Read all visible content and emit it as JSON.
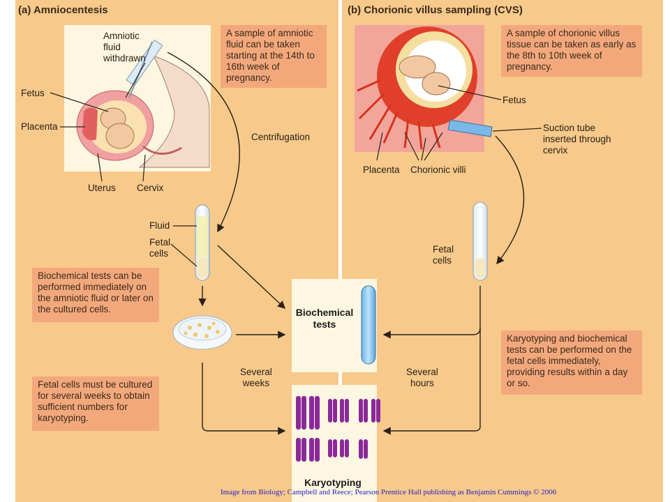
{
  "panel_a": {
    "title": "(a) Amniocentesis",
    "labels": {
      "amniotic_fluid": "Amniotic\nfluid\nwithdrawn",
      "fetus": "Fetus",
      "placenta": "Placenta",
      "uterus": "Uterus",
      "cervix": "Cervix",
      "centrifugation": "Centrifugation",
      "fluid": "Fluid",
      "fetal_cells": "Fetal\ncells",
      "several_weeks": "Several\nweeks"
    },
    "notes": {
      "sample": "A sample of amniotic fluid can be taken starting at the 14th to 16th week of pregnancy.",
      "biochem": "Biochemical tests can be performed immediately on the amniotic fluid or later on the cultured cells.",
      "culture": "Fetal cells must be cultured for several weeks to obtain sufficient numbers for karyotyping."
    }
  },
  "panel_b": {
    "title": "(b) Chorionic villus sampling (CVS)",
    "labels": {
      "fetus": "Fetus",
      "suction": "Suction tube\ninserted through\ncervix",
      "placenta": "Placenta",
      "chorionic_villi": "Chorionic villi",
      "fetal_cells": "Fetal\ncells",
      "several_hours": "Several\nhours"
    },
    "notes": {
      "sample": "A sample of chorionic villus tissue can be taken as early as the 8th to 10th week of pregnancy.",
      "karyo": "Karyotyping and biochemical tests can be performed on the fetal cells immediately, providing results within a day or so."
    }
  },
  "center": {
    "biochemical_tests": "Biochemical\ntests",
    "karyotyping": "Karyotyping"
  },
  "credit": "Image from Biology; Campbell and Reece; Pearson Prentice Hall publishing as Benjamin Cummings © 2006",
  "colors": {
    "panel_bg": "#f7c98a",
    "note_bg": "#f3a87c",
    "white_box": "#fdf6e0",
    "chromosome": "#8a2a9a",
    "credit_text": "#2222cc"
  }
}
